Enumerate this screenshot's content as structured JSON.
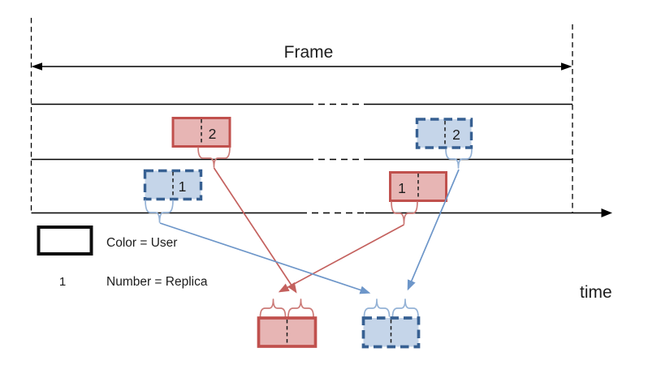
{
  "frame": {
    "label": "Frame"
  },
  "axis": {
    "label": "time"
  },
  "boxes": {
    "red_replica_2": {
      "number": "2"
    },
    "blue_replica_2": {
      "number": "2"
    },
    "blue_replica_1": {
      "number": "1"
    },
    "red_replica_1": {
      "number": "1"
    }
  },
  "legend": {
    "color_item": "Color = User",
    "number_symbol": "1",
    "number_item": "Number = Replica"
  },
  "arrows": [
    {
      "from": "red-replica-2-box",
      "to": "red-merged-box-right-slot"
    },
    {
      "from": "red-replica-1-box",
      "to": "red-merged-box-left-slot"
    },
    {
      "from": "blue-replica-1-box",
      "to": "blue-merged-box-left-slot"
    },
    {
      "from": "blue-replica-2-box",
      "to": "blue-merged-box-right-slot"
    }
  ],
  "colors": {
    "red_border": "#C0504D",
    "red_fill": "#E7B5B4",
    "red_brace": "#CC7B78",
    "red_connector": "#C4615E",
    "blue_border": "#376092",
    "blue_fill": "#C5D5E9",
    "blue_brace": "#94B2D6",
    "blue_connector": "#6D96C9",
    "line": "#000000",
    "text": "#1C1C1C"
  }
}
